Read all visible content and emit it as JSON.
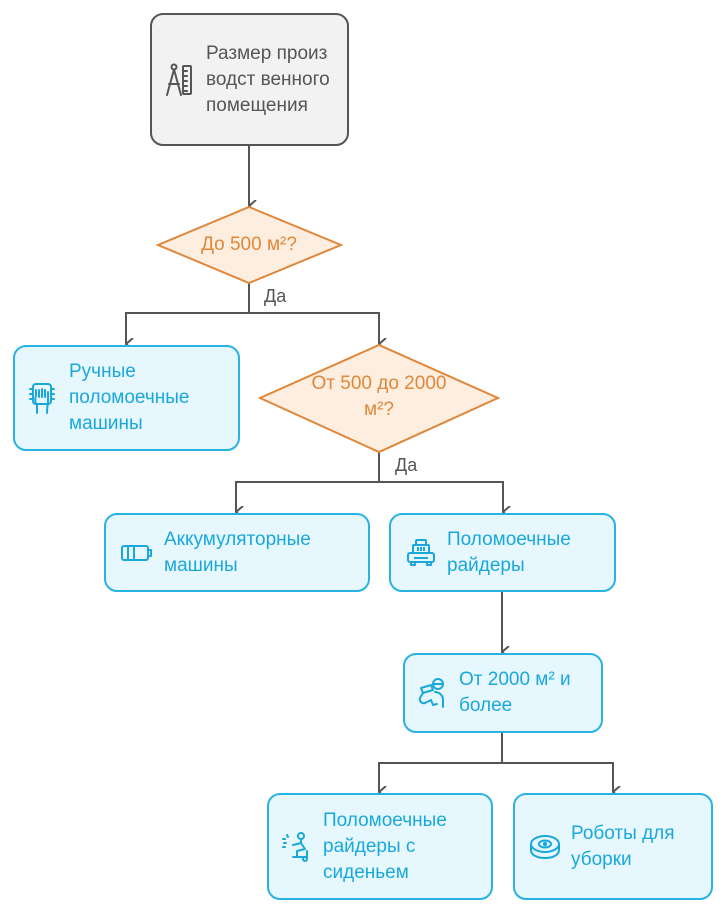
{
  "diagram": {
    "type": "flowchart",
    "colors": {
      "start_fill": "#f2f2f2",
      "start_stroke": "#555555",
      "decision_fill": "#fdeedf",
      "decision_stroke": "#e0873a",
      "decision_text": "#e0873a",
      "process_fill": "#e6f8fd",
      "process_stroke": "#29b3e2",
      "process_text": "#1aa8dc",
      "connector": "#555555"
    },
    "nodes": {
      "start": {
        "label": "Размер производст венного помещения",
        "icon": "compass-ruler-icon"
      },
      "decision1": {
        "label": "До 500 м²?"
      },
      "manual": {
        "label": "Ручные поломоечные машины",
        "icon": "hand-chip-icon"
      },
      "decision2": {
        "label": "От 500 до 2000 м²?"
      },
      "battery": {
        "label": "Аккумуляторные машины",
        "icon": "battery-icon"
      },
      "riders": {
        "label": "Поломоечные райдеры",
        "icon": "scrubber-machine-icon"
      },
      "large": {
        "label": "От 2000 м² и более",
        "icon": "worker-icon"
      },
      "seated": {
        "label": "Поломоечные райдеры с сиденьем",
        "icon": "rider-seat-icon"
      },
      "robots": {
        "label": "Роботы для уборки",
        "icon": "robot-vacuum-icon"
      }
    },
    "edges": [
      {
        "from": "start",
        "to": "decision1",
        "label": ""
      },
      {
        "from": "decision1",
        "to": "manual",
        "label": "Да"
      },
      {
        "from": "decision1",
        "to": "decision2",
        "label": "Да"
      },
      {
        "from": "decision2",
        "to": "battery",
        "label": "Да"
      },
      {
        "from": "decision2",
        "to": "riders",
        "label": "Да"
      },
      {
        "from": "riders",
        "to": "large",
        "label": ""
      },
      {
        "from": "large",
        "to": "seated",
        "label": ""
      },
      {
        "from": "large",
        "to": "robots",
        "label": ""
      }
    ],
    "edge_labels": {
      "d1_yes": "Да",
      "d2_yes": "Да"
    }
  }
}
